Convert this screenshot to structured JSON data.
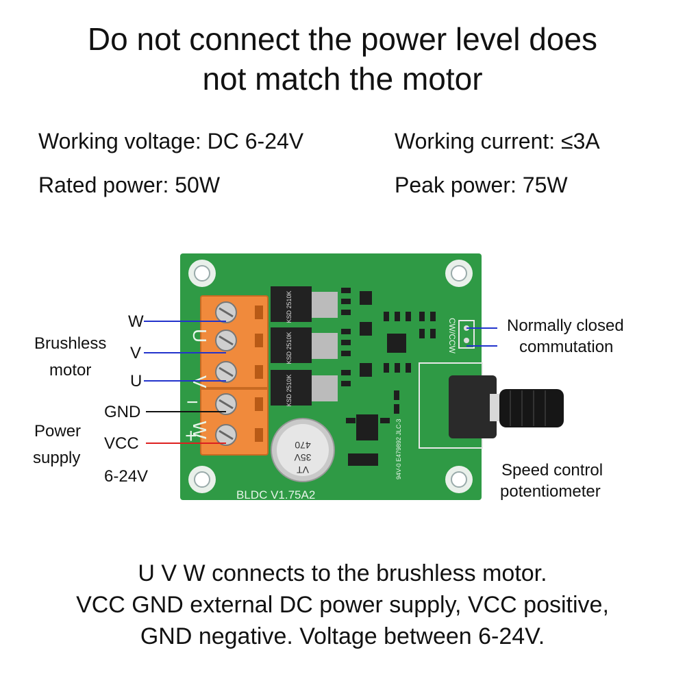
{
  "title": {
    "line1": "Do not connect the power level does",
    "line2": "not match the motor"
  },
  "specs": {
    "working_voltage": "Working voltage: DC 6-24V",
    "working_current": "Working current: ≤3A",
    "rated_power": "Rated power: 50W",
    "peak_power": "Peak power: 75W"
  },
  "labels": {
    "w": "W",
    "v": "V",
    "u": "U",
    "gnd": "GND",
    "vcc": "VCC",
    "voltage_range": "6-24V",
    "brushless_line1": "Brushless",
    "brushless_line2": "motor",
    "power_line1": "Power",
    "power_line2": "supply",
    "commutation_line1": "Normally closed",
    "commutation_line2": "commutation",
    "pot_line1": "Speed control",
    "pot_line2": "potentiometer"
  },
  "board": {
    "silk_label": "BLDC  V1.75A2",
    "silk_uvw": "U V W",
    "silk_cwccw": "CW/CCW",
    "silk_minus": "−",
    "silk_plus": "+",
    "cap_line1": "470",
    "cap_line2": "35V",
    "cap_line3": "VT",
    "mosfet_text": "KSD 2510K",
    "cert_text": "94V-0  E479892  JLC-3"
  },
  "colors": {
    "board_green": "#2f9a45",
    "terminal_orange": "#f08a3c",
    "wire_blue": "#2233cc",
    "wire_red": "#dd1f1f",
    "wire_black": "#111111"
  },
  "bottom": {
    "line1": "U V W connects to the brushless motor.",
    "line2": "VCC GND external DC power supply, VCC positive,",
    "line3": "GND negative. Voltage between 6-24V."
  }
}
